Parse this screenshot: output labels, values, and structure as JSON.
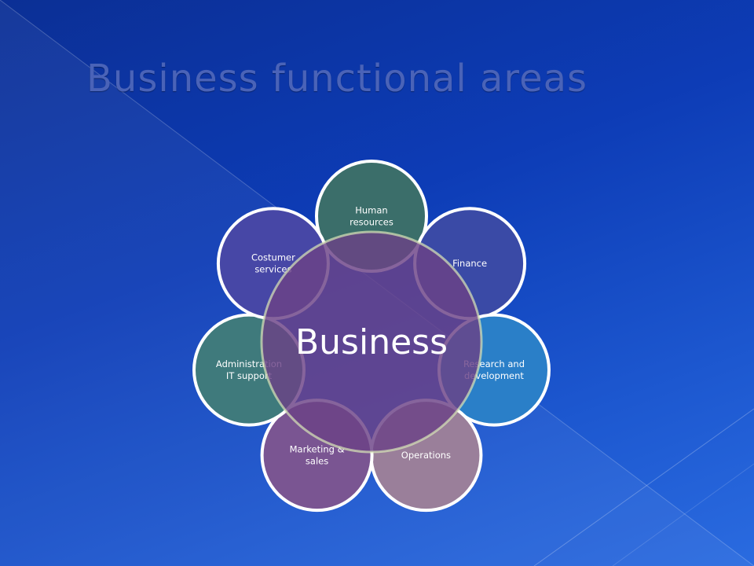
{
  "slide": {
    "title": "Business functional areas"
  },
  "diagram": {
    "center": {
      "label": "Business",
      "color": "#6b4286"
    },
    "nodes": [
      {
        "id": "hr",
        "lines": [
          "Human",
          "resources"
        ],
        "color": "#3b6e6a"
      },
      {
        "id": "finance",
        "lines": [
          "Finance"
        ],
        "color": "#3a4aa6"
      },
      {
        "id": "rnd",
        "lines": [
          "Research and",
          "development"
        ],
        "color": "#2a7fc8"
      },
      {
        "id": "operations",
        "lines": [
          "Operations"
        ],
        "color": "#9a7f9a"
      },
      {
        "id": "marketing",
        "lines": [
          "Marketing &",
          "sales"
        ],
        "color": "#7a5592"
      },
      {
        "id": "admin",
        "lines": [
          "Administration",
          "IT support"
        ],
        "color": "#3f7a7c"
      },
      {
        "id": "costumer",
        "lines": [
          "Costumer",
          "services"
        ],
        "color": "#4747a6"
      }
    ]
  }
}
